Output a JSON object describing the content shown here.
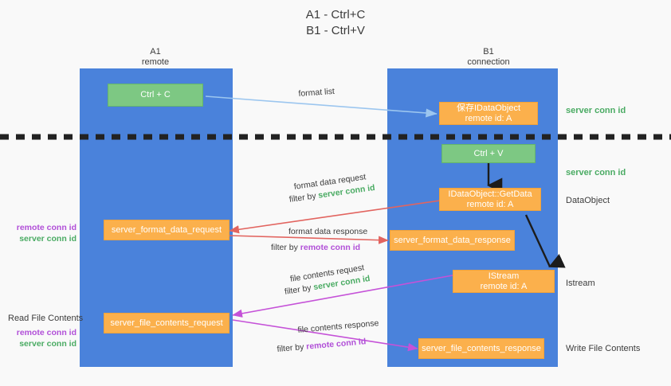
{
  "title": {
    "line1": "A1 - Ctrl+C",
    "line2": "B1 - Ctrl+V"
  },
  "columns": [
    {
      "name": "A1",
      "role": "remote"
    },
    {
      "name": "B1",
      "role": "connection"
    }
  ],
  "boxes": {
    "ctrl_c": "Ctrl + C",
    "ctrl_v": "Ctrl + V",
    "save_idataobject_l1": "保存IDataObject",
    "save_idataobject_l2": "remote id: A",
    "getdata_l1": "IDataObject::GetData",
    "getdata_l2": "remote id: A",
    "istream_l1": "IStream",
    "istream_l2": "remote id: A",
    "server_format_data_request": "server_format_data_request",
    "server_format_data_response": "server_format_data_response",
    "server_file_contents_request": "server_file_contents_request",
    "server_file_contents_response": "server_file_contents_response"
  },
  "edges": {
    "format_list": "format list",
    "format_data_request": "format data request",
    "format_data_request_filter_pre": "filter by ",
    "format_data_request_filter_key": "server conn id",
    "format_data_response": "format data response",
    "format_data_response_filter_pre": "filter by ",
    "format_data_response_filter_key": "remote conn id",
    "file_contents_request": "file contents request",
    "file_contents_request_filter_pre": "filter by ",
    "file_contents_request_filter_key": "server conn id",
    "file_contents_response": "file contents response",
    "file_contents_response_filter_pre": "filter by ",
    "file_contents_response_filter_key": "remote conn id"
  },
  "right_notes": {
    "server_conn_id_top": "server conn id",
    "server_conn_id_mid": "server conn id",
    "dataobject": "DataObject",
    "istream": "Istream",
    "write_file_contents": "Write File Contents"
  },
  "left_notes": {
    "read_file_contents": "Read File Contents",
    "remote_conn_id": "remote conn id",
    "server_conn_id": "server conn id"
  },
  "colors": {
    "panel_blue": "#4a82db",
    "box_green": "#7dc883",
    "box_orange": "#fbb04c",
    "accent_green_text": "#4aab63",
    "accent_purple_text": "#b14fd8",
    "arrow_lightblue": "#9cc6ef",
    "arrow_red": "#e2645f",
    "arrow_magenta": "#c552d8",
    "arrow_black": "#1c1c1c",
    "background": "#f9f9f9"
  }
}
